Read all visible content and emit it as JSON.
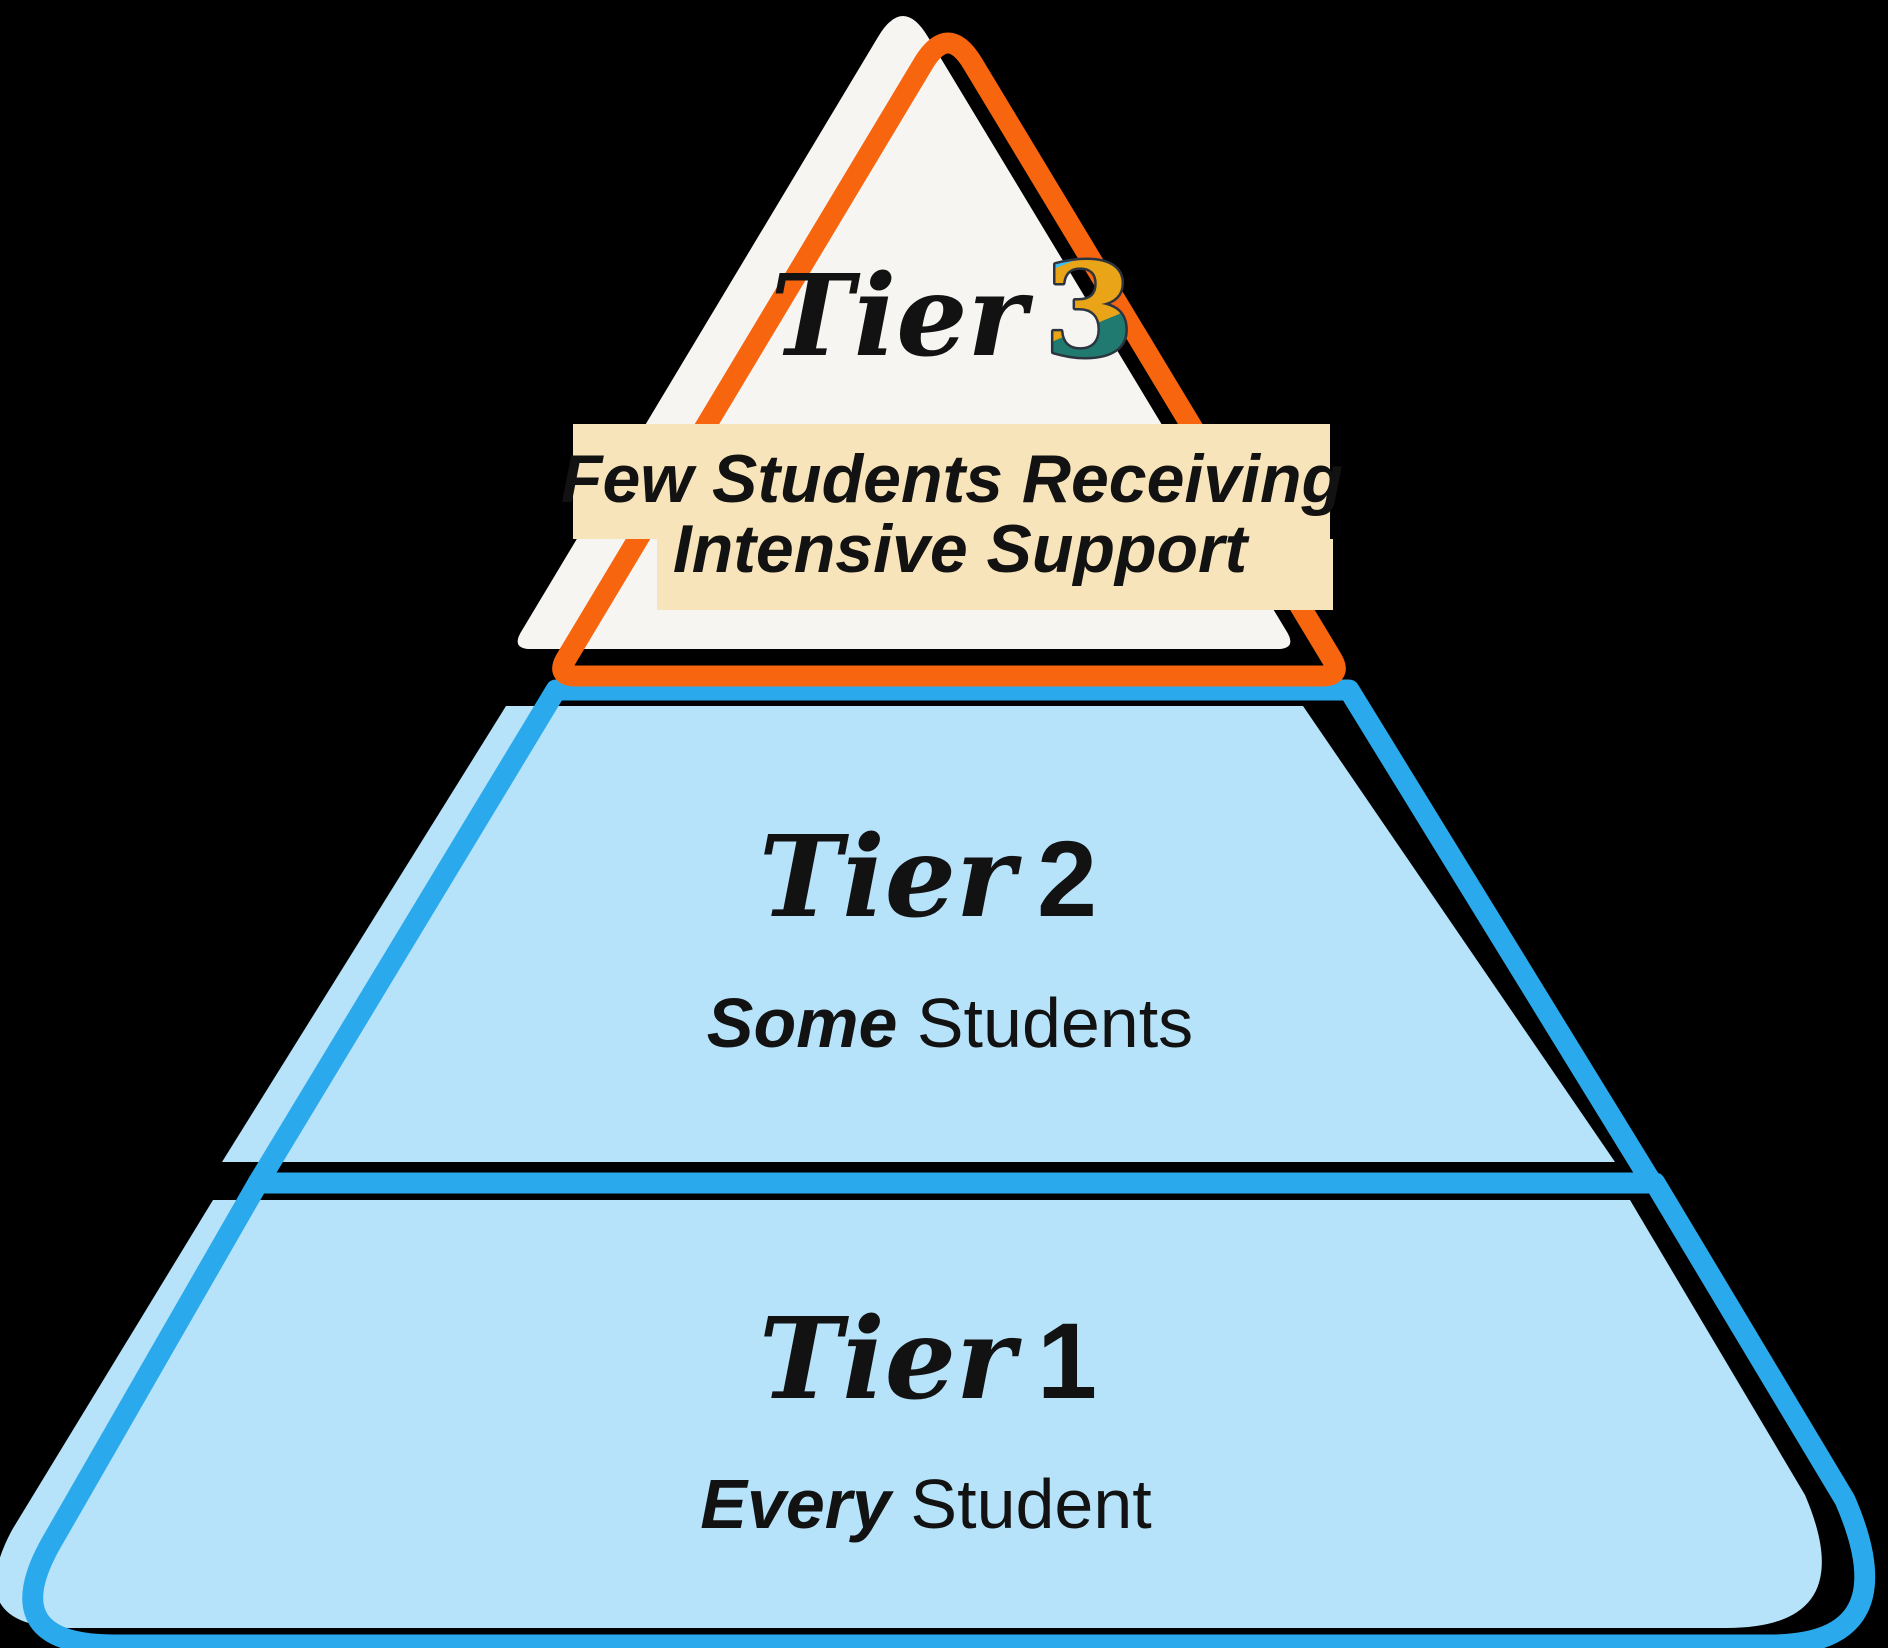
{
  "diagram": {
    "type": "tiered-pyramid",
    "background": "#000000",
    "tier3": {
      "script": "Tier",
      "number": "3",
      "badge_line1": "Few Students Receiving",
      "badge_line2": "Intensive Support"
    },
    "tier2": {
      "script": "Tier",
      "number": "2",
      "subtitle_emphasis": "Some",
      "subtitle_rest": " Students"
    },
    "tier1": {
      "script": "Tier",
      "number": "1",
      "subtitle_emphasis": "Every",
      "subtitle_rest": " Student"
    }
  },
  "colors": {
    "background": "#000000",
    "tier3_fill": "#F6F5F2",
    "tier3_outline": "#F8650F",
    "blue_fill": "#B6E3F9",
    "blue_outline": "#2AAAEC",
    "badge_bg": "#F8E4BA",
    "text": "#121212",
    "number3_pink": "#EA4C9F",
    "number3_cyan": "#40BCEE",
    "number3_gold": "#E9A417",
    "number3_teal": "#207A6F",
    "number3_outline": "#2C3440"
  }
}
